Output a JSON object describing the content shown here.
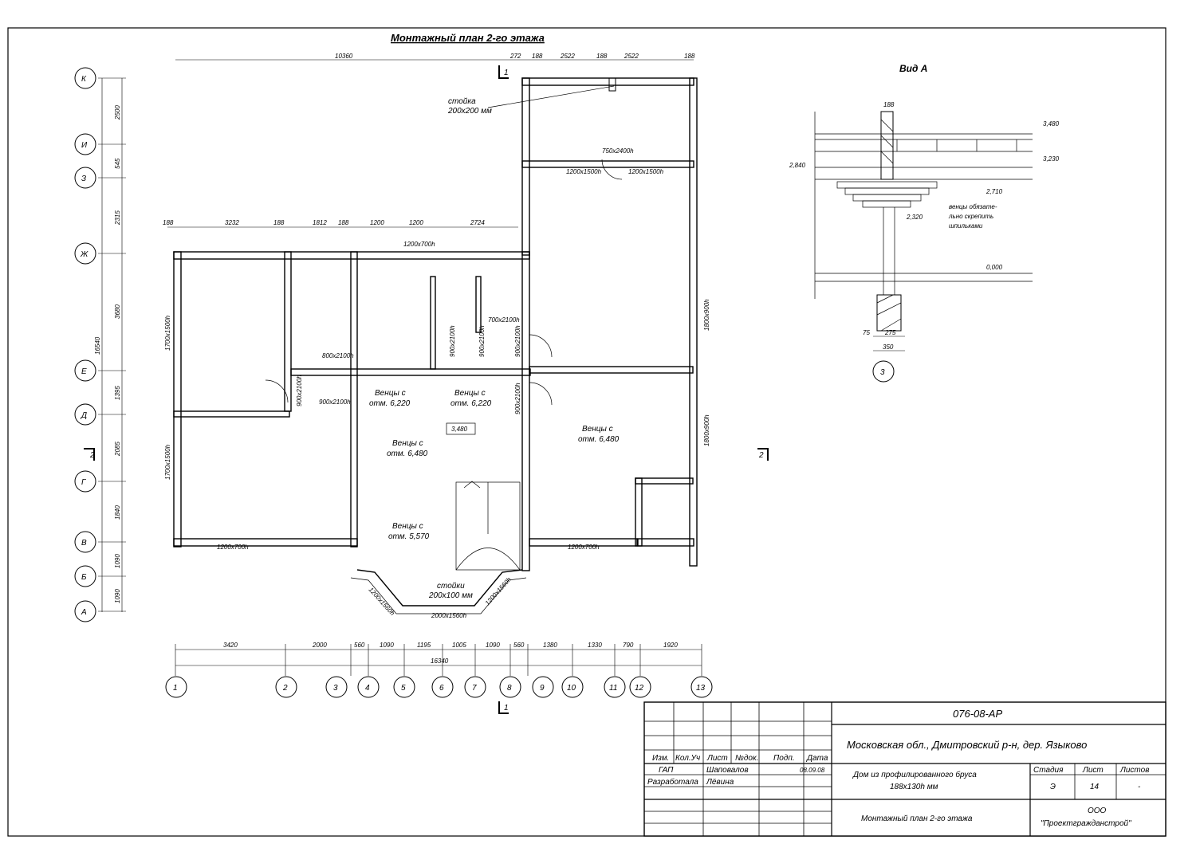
{
  "title": "Монтажный план 2-го этажа",
  "view_a_title": "Вид А",
  "axes_letters": [
    "К",
    "И",
    "З",
    "Ж",
    "Е",
    "Д",
    "Г",
    "В",
    "Б",
    "А"
  ],
  "axes_numbers": [
    "1",
    "2",
    "3",
    "4",
    "5",
    "6",
    "7",
    "8",
    "9",
    "10",
    "11",
    "12",
    "13"
  ],
  "left_dims": [
    "2500",
    "545",
    "2315",
    "3680",
    "1395",
    "2085",
    "1840",
    "1090",
    "1090"
  ],
  "overall_left": "16540",
  "top_overall": "10360",
  "top_right_dims": [
    "272",
    "188",
    "2522",
    "188",
    "2522",
    "188"
  ],
  "bottom_dims": [
    "3420",
    "2000",
    "560",
    "1090",
    "1195",
    "1005",
    "1090",
    "560",
    "1380",
    "1330",
    "790",
    "1920"
  ],
  "bottom_overall": "16340",
  "row2_dims": [
    "188",
    "3232",
    "188",
    "1812",
    "188",
    "1200",
    "1200",
    "2724"
  ],
  "room_labels": [
    {
      "id": "r1",
      "text": "Венцы с"
    },
    {
      "id": "r1b",
      "text": "отм. 6,220"
    },
    {
      "id": "r2",
      "text": "Венцы с"
    },
    {
      "id": "r2b",
      "text": "отм. 6,220"
    },
    {
      "id": "r3",
      "text": "Венцы с"
    },
    {
      "id": "r3b",
      "text": "отм. 6,480"
    },
    {
      "id": "r4",
      "text": "Венцы с"
    },
    {
      "id": "r4b",
      "text": "отм. 6,480"
    },
    {
      "id": "r5",
      "text": "Венцы с"
    },
    {
      "id": "r5b",
      "text": "отм. 5,570"
    }
  ],
  "level_mark": "3,480",
  "post_label_1": "стойка",
  "post_label_1b": "200x200 мм",
  "post_label_2": "стойки",
  "post_label_2b": "200x100 мм",
  "windows": [
    "1200x700h",
    "1200x1500h",
    "750x2400h",
    "1200x1500h",
    "1700x1500h",
    "1800x900h",
    "1800x900h",
    "1700x1500h",
    "1200x700h",
    "1200x700h",
    "2000x1560h",
    "1200x1560h",
    "1200x1560h"
  ],
  "doors": [
    "800x2100h",
    "900x2100h",
    "900x2100h",
    "700x2100h",
    "900x2100h",
    "900x2100h",
    "900x2100h",
    "900x2100h"
  ],
  "section_marks": [
    "1",
    "1",
    "2",
    "2"
  ],
  "view_a": {
    "marks": [
      "3,480",
      "3,230",
      "2,840",
      "2,710",
      "2,320",
      "0,000"
    ],
    "top_dim": "188",
    "bottom_dims": [
      "75",
      "275",
      "350"
    ],
    "note_l1": "венцы обязате-",
    "note_l2": "льно скрепить",
    "note_l3": "шпильками",
    "axis": "3"
  },
  "stamp": {
    "code": "076-08-АР",
    "address": "Московская обл., Дмитровский р-н, дер. Языково",
    "headers": [
      "Изм.",
      "Кол.Уч",
      "Лист",
      "№док.",
      "Подп.",
      "Дата"
    ],
    "role1": "ГАП",
    "name1": "Шаповалов",
    "date1": "08.09.08",
    "role2": "Разработала",
    "name2": "Лёвина",
    "object": "Дом из профилированного бруса",
    "object2": "188x130h мм",
    "stage_h": "Стадия",
    "sheet_h": "Лист",
    "sheets_h": "Листов",
    "stage": "Э",
    "sheet": "14",
    "sheets": "-",
    "drawing": "Монтажный план 2-го этажа",
    "org1": "ООО",
    "org2": "\"Проектгражданстрой\""
  }
}
